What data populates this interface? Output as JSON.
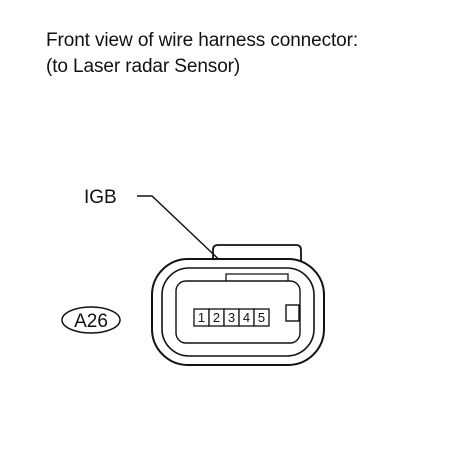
{
  "caption": {
    "line1": "Front view of wire harness connector:",
    "line2": "(to Laser radar Sensor)"
  },
  "connector": {
    "code": "A26",
    "pin_callout": "IGB",
    "pins": [
      "1",
      "2",
      "3",
      "4",
      "5"
    ]
  }
}
